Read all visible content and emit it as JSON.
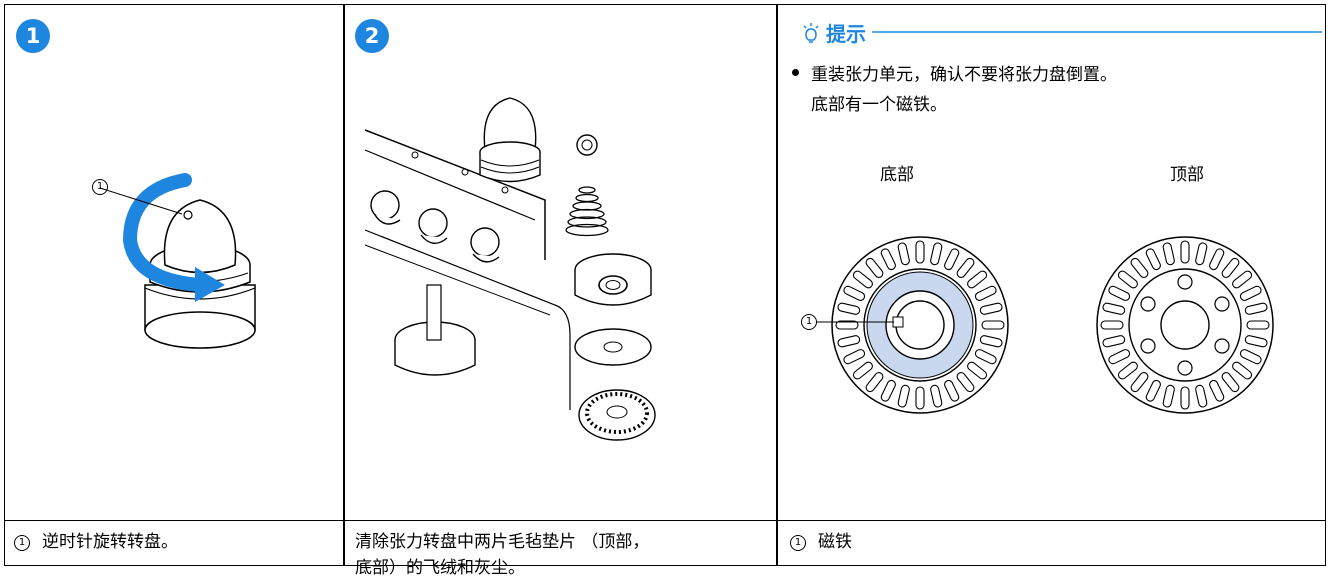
{
  "steps": [
    {
      "number": "1",
      "caption_marker": "1",
      "caption": "逆时针旋转转盘。",
      "callout": "1"
    },
    {
      "number": "2",
      "caption_line1": "清除张力转盘中两片毛毡垫片 （顶部，",
      "caption_line2": "底部）的飞绒和灰尘。"
    }
  ],
  "hint": {
    "title": "提示",
    "bullet_line1": "重装张力单元，确认不要将张力盘倒置。",
    "bullet_line2": "底部有一个磁铁。",
    "label_bottom": "底部",
    "label_top": "顶部",
    "callout": "1",
    "caption_marker": "1",
    "caption": "磁铁"
  },
  "colors": {
    "accent": "#1f86e0",
    "magnet_ring": "#c9d8ef",
    "arrow": "#1f86e0"
  }
}
